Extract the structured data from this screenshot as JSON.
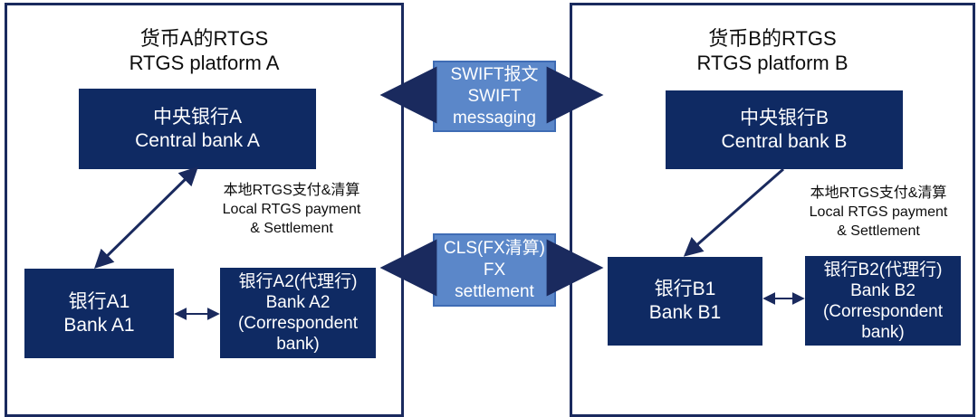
{
  "platform_a": {
    "title_zh": "货币A的RTGS",
    "title_en": "RTGS platform A",
    "central_bank": {
      "zh": "中央银行A",
      "en": "Central bank A"
    },
    "bank_1": {
      "zh": "银行A1",
      "en": "Bank A1"
    },
    "bank_2": {
      "zh": "银行A2(代理行)",
      "en": "Bank A2",
      "en2": "(Correspondent",
      "en3": "bank)"
    },
    "note": {
      "zh": "本地RTGS支付&清算",
      "en": "Local RTGS payment",
      "en2": "& Settlement"
    }
  },
  "platform_b": {
    "title_zh": "货币B的RTGS",
    "title_en": "RTGS platform B",
    "central_bank": {
      "zh": "中央银行B",
      "en": "Central bank B"
    },
    "bank_1": {
      "zh": "银行B1",
      "en": "Bank B1"
    },
    "bank_2": {
      "zh": "银行B2(代理行)",
      "en": "Bank B2",
      "en2": "(Correspondent",
      "en3": "bank)"
    },
    "note": {
      "zh": "本地RTGS支付&清算",
      "en": "Local RTGS payment",
      "en2": "& Settlement"
    }
  },
  "swift": {
    "line1": "SWIFT报文",
    "line2": "SWIFT",
    "line3": "messaging"
  },
  "cls": {
    "line1": "CLS(FX清算)",
    "line2": "FX",
    "line3": "settlement"
  },
  "colors": {
    "navy": "#0f2a63",
    "mid_blue": "#5b87c9",
    "border": "#1a2a5e",
    "arrow": "#1a2a5e"
  }
}
